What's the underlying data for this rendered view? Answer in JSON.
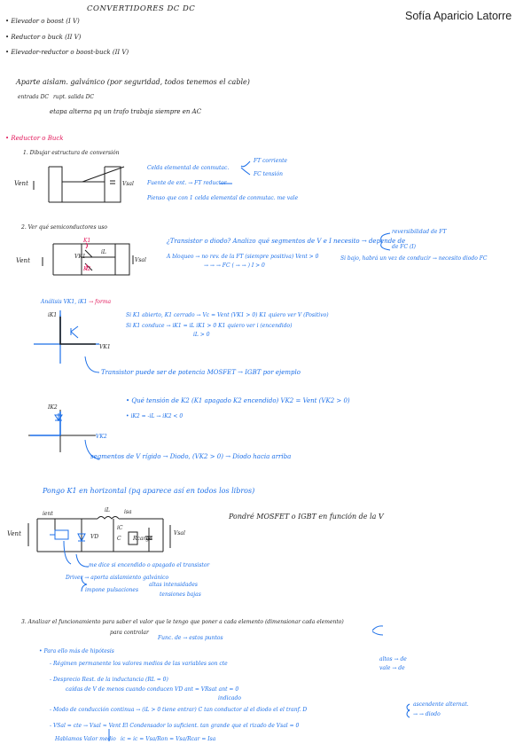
{
  "header": {
    "title": "CONVERTIDORES DC DC",
    "author": "Sofía Aparicio Latorre"
  },
  "intro_list": [
    "Elevador o boost (I V)",
    "Reductor o buck (II V)",
    "Elevador-reductor o boost-buck (II V)"
  ],
  "galvanic": {
    "line1": "Aparte aislam. galvánico (por seguridad, todos tenemos el cable)",
    "entrada": "entrada DC",
    "rupsalida": "rupt.  salida DC",
    "etapa": "etapa alterna  pq un trafo trabaja siempre en AC"
  },
  "buck": {
    "heading": "Reductor o Buck",
    "step1": "1. Dibujar estructura de conversión",
    "vent": "Vent",
    "vsal": "Vsal",
    "cel_label": "Celda elemental de conmutac.",
    "fte_corr": "FT corriente",
    "fte_tens": "FC tensión",
    "fte_ent": "Fuente de ent. → FT reductor",
    "pienso": "Pienso que con 1 celda elemental de conmutac. me vale",
    "step2": "2. Ver qué semiconductores uso",
    "k1": "K1",
    "k2": "K2",
    "i1": "iL",
    "vk1": "VK1",
    "q_trans": "¿Transistor o diodo? Analizo qué segmentos de V e I necesito → depende de",
    "rev_ft": "reversibilidad de FT",
    "de_fc": "de FC (I)",
    "bloqueo": "A bloqueo → no rev. de la FT (siempre positiva) Vent > 0",
    "bloqueo2": "→ → → FC ( → → ) I > 0",
    "si_bajo": "Si bajo, habrá un vez de conducir → necesito diodo FC"
  },
  "graph1": {
    "analisis": "Análisis VK1, iK1",
    "analisis_note": "→ forma",
    "y_label": "iK1",
    "x_label": "VK1",
    "note1": "Si K1 abierto, K1 cerrado → Vc = Vent (VK1 > 0) K1 quiero ver V (Positivo)",
    "note2": "Si K1 conduce → iK1 = iL  iK1 > 0  K1 quiero ver i (encendido)",
    "note2b": "iL > 0",
    "transistor": "Transistor puede ser de potencia MOSFET → IGBT por ejemplo"
  },
  "graph2": {
    "y_label": "IK2",
    "x_label": "VK2",
    "note1": "Qué tensión de K2 (K1 apagado K2 encendido)  VK2 = Vent  (VK2 > 0)",
    "note2": "iK2 = -iL → iK2 < 0",
    "segmentos": "segmentos de V rígido → Diodo, (VK2 > 0) → Diodo hacia arriba",
    "pongo": "Pongo K1 en horizontal (pq aparece así en todos los libros)"
  },
  "circuit3": {
    "vent": "Vent",
    "vsal": "Vsal",
    "ient": "ient",
    "il": "iL",
    "isa": "isa",
    "vd": "VD",
    "ic": "iC",
    "c": "C",
    "rcarga": "Rcarga",
    "mosfet_note": "Pondré MOSFET o IGBT en función de la V",
    "driver_note": "me dice si encendido o apagado el transistor",
    "driver": "Driver → aporta aislamiento galvánico",
    "impone": "impone pulsaciones",
    "altas": "altas intensidades",
    "tensiones": "tensiones bajas"
  },
  "section3": {
    "heading": "3. Analizar el funcionamiento  para saber el valor que le tengo que poner a cada elemento (dimensionar cada elemento)",
    "para_controlar": "para controlar",
    "func": "Func. de → estos puntos",
    "hipotesis": "Para ello más de hipótesis",
    "h1": "Régimen permanente  los valores medios de las variables son cte",
    "h1b": "altos → de",
    "h1c": "vale → de",
    "h2": "Desprecio Rest. de la inductancia (RL = 0)",
    "h2b": "caídas de V de menos cuando conducen  VD ant = VRsat ant = 0",
    "h2c": "indicado",
    "h3": "Modo de conducción continua → (iL > 0 tiene entrar) C tan conductor al el diodo el el tranf. D",
    "h3b": "ascendente alternat.",
    "h3c": "→ → diodo",
    "h4": "VSal = cte → Vsal ≈ Vent   El Condensador lo suficient. tan grande  que el rizado de Vsal = 0",
    "h4b": "Hablamos  Valor medio",
    "h4c": "ic = ic = Vsa/Ron = Vsa/Rcar = Isa"
  }
}
